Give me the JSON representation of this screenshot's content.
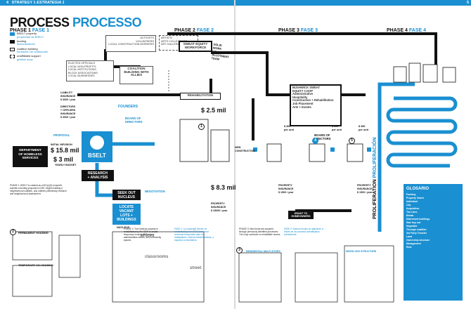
{
  "header": {
    "left_page": "4",
    "left_strategy": "STRATEGY 1",
    "left_strategy_es": "ESTRATEGIA 1",
    "right_page": "5"
  },
  "title": {
    "en": "PROCESS",
    "es": "PROCESSO"
  },
  "phases": [
    {
      "en": "PHASE 1",
      "es": "FASE 1"
    },
    {
      "en": "PHASE 2",
      "es": "FASE 2"
    },
    {
      "en": "PHASE 3",
      "es": "FASE 3"
    },
    {
      "en": "PHASE 4",
      "es": "FASE 4"
    }
  ],
  "legend": [
    {
      "en": "BSELT property",
      "es": "propriedad de BSELT",
      "color": "#1a8fd1"
    },
    {
      "en": "funding",
      "es": "financiamiento",
      "color": "#111111"
    },
    {
      "en": "coalition building",
      "es": "formación de coaliciones",
      "color": "#ffffff"
    },
    {
      "en": "unaffiliated support",
      "es": "gestión coop",
      "color": "#ffffff"
    }
  ],
  "boxes": {
    "activists": "ACTIVISTS\nVOLUNTEERS\nLOCAL CONSTRUCTION WORKERS",
    "artists": "ARTISTS\nARTS COLLECTIVES\nART GALLERIES",
    "coalition_members": "ELECTED OFFICIALS\nLOCAL NON-PROFITS\nLOCAL INSTITUTIONS\nBLOCK ASSOCIATIONS\nLOCAL BUSINESSES",
    "coalition": "COALITION\nBUILDING WITH\nALLIES",
    "sweat_equity": "SWEAT EQUITY\nWORKFORCE",
    "sweat_note": "SOLID\nWORK\nETHIC\nALLOTMENT\nTEAM",
    "rehab": "REHABILITATION",
    "coop": "BUSHWICK SWEAT\nEQUITY COOP",
    "coop_items": "Administrative\nHospitality\nConstruction + Rehabilitation\nJob Placement\nArts + Events",
    "board2": "BOARD OF\nDIRECTORS",
    "founders": "FOUNDERS",
    "board1": "BOARD OF\nDIRECTORS",
    "research": "RESEARCH\n+ ANALYSIS",
    "seek": "SEEK OUT\nNUCLEUS",
    "locate": "LOCATE\nVACANT\nLOTS +\nBUILDINGS",
    "proposal": "PROPOSAL",
    "negotiation": "NEGOTIATION",
    "new_construction": "NEW\nCONSTRUCTION",
    "grant": "GRANT TO\nHOMEOWNERS"
  },
  "bselt": {
    "label": "BSELT"
  },
  "department": "DEPARTMENT\nOF HOMELESS\nSERVICES",
  "money": {
    "initial": "$ 15.8 mil",
    "initial_label": "INITIAL INFUSION",
    "yearly": "$ 3 mil",
    "yearly_label": "YEARLY BUDGET",
    "rehab_cost": "$ 2.5 mil",
    "new_cost": "$ 8.3 mil",
    "per_unit_a": "$ 360",
    "per_unit_b": "$ 350",
    "per_unit_c": "$ 350",
    "per_unit_label": "per unit"
  },
  "insurance": [
    {
      "title": "LIABILITY\nINSURANCE",
      "value": "$ 3000 / year"
    },
    {
      "title": "DIRECTORS\n+ OFFICERS\nINSURANCE",
      "value": "$ 3000 / year"
    },
    {
      "title": "PROPERTY\nINSURANCE",
      "value": "$ 15000 / year"
    },
    {
      "title": "PROPERTY\nINSURANCE",
      "value": "$ 1500 / year"
    },
    {
      "title": "PROPERTY\nINSURANCE",
      "value": "$ 1500 / year"
    }
  ],
  "vertical": {
    "en": "PROLIFERATION",
    "es": "PROLIFERACIÓN"
  },
  "sections": {
    "permanent_housing": "PERMANENT HOUSING",
    "co_housing": "TEMPORARY CO-HOUSING",
    "nucleus": "NUCLEUS",
    "offices": "offices",
    "classrooms": "classrooms",
    "street": "street",
    "residential": "RESIDENTIAL MULTI-STORY",
    "mixed_use": "MIXED-USE STRUCTURE"
  },
  "paragraphs": {
    "phase1": "PHASE 1: BSELT is created as a 501(c)(3) nonprofit, submits a funding proposal to DHS, begins building a neighborhood coalition, and outlines preliminary research and neighborhood assessment.",
    "phase2": "PHASE 2: The Nucleus property is rehabilitated by the SEW to create temporary housing for workers, administrative offices, and community spaces.",
    "phase2_es": "FASE 2: La propiedad Núcleo es rehabilitada por el SEW para crear viviendas temporales para los trabajadores, oficinas administrativas, y espacios comunitarios.",
    "phase3": "PHASE 3: New funds are acquired through previously identified processes. The coop continues to rehabilitate homes.",
    "phase3_es": "FASE 3: Nuevos fondos se adquieren a través de los procesos identificados previamente."
  },
  "glossary": {
    "title": "GLOSARIO",
    "items": [
      "Funding",
      "Property Owner",
      "Individual",
      "City",
      "Acquisition",
      "Tax Liens",
      "Rehab",
      "Distressed buildings",
      "Sale buy out",
      "Negotiate",
      "Through coalition",
      "3rd Party Transfer",
      "Land",
      "Ownership structure",
      "Management",
      "Rent"
    ]
  },
  "numbers": [
    "1",
    "2",
    "3",
    "4",
    "5"
  ]
}
